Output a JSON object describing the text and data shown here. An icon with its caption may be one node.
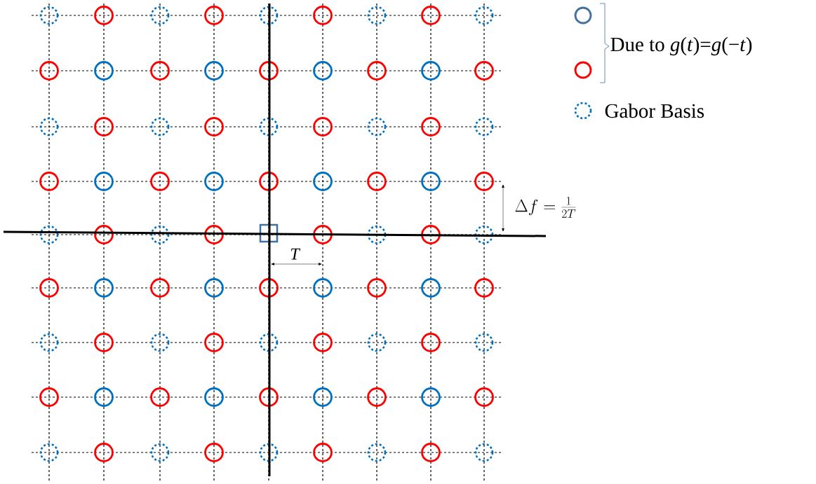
{
  "diagram": {
    "labels": [
      "\\Delta f=\\frac{1}{2T}",
      "T"
    ],
    "legend": [
      {
        "text": "Due to *g*(*t*)=*g*(−*t*)"
      },
      {
        "text": "Gabor Basis"
      }
    ]
  }
}
